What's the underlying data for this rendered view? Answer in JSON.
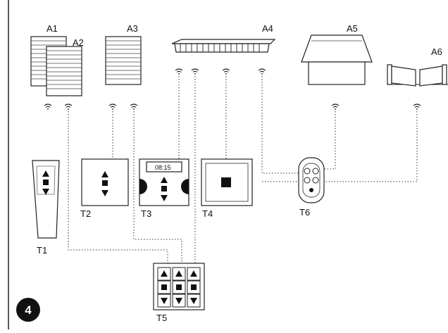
{
  "diagram": {
    "figure_number": "4",
    "display_time": "08:15",
    "actuators": [
      {
        "id": "A1",
        "label": "A1"
      },
      {
        "id": "A2",
        "label": "A2"
      },
      {
        "id": "A3",
        "label": "A3"
      },
      {
        "id": "A4",
        "label": "A4"
      },
      {
        "id": "A5",
        "label": "A5"
      },
      {
        "id": "A6",
        "label": "A6"
      }
    ],
    "transmitters": [
      {
        "id": "T1",
        "label": "T1"
      },
      {
        "id": "T2",
        "label": "T2"
      },
      {
        "id": "T3",
        "label": "T3"
      },
      {
        "id": "T4",
        "label": "T4"
      },
      {
        "id": "T5",
        "label": "T5"
      },
      {
        "id": "T6",
        "label": "T6"
      }
    ]
  }
}
